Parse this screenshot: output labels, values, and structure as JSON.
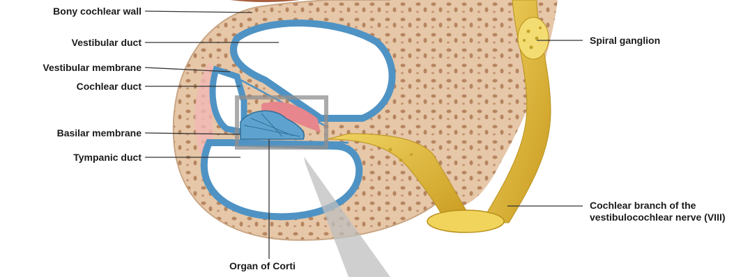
{
  "labels": {
    "bony_cochlear_wall": "Bony cochlear wall",
    "vestibular_duct": "Vestibular duct",
    "vestibular_membrane": "Vestibular membrane",
    "cochlear_duct": "Cochlear duct",
    "basilar_membrane": "Basilar membrane",
    "tympanic_duct": "Tympanic duct",
    "organ_of_corti": "Organ of Corti",
    "spiral_ganglion": "Spiral ganglion",
    "cochlear_branch": "Cochlear branch of the vestibulocochlear nerve (VIII)"
  },
  "colors": {
    "bone": "#e9cdb0",
    "bone_dark": "#c9a684",
    "duct_blue": "#4f93c4",
    "membrane_pink": "#f2b8b4",
    "nerve_yellow": "#e8c23a",
    "leader": "#333333"
  }
}
